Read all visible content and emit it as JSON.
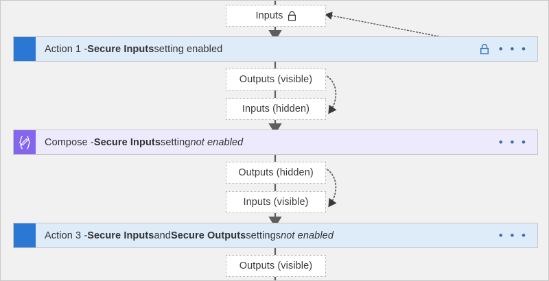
{
  "diagram": {
    "title": "Secure inputs and outputs data flow",
    "background_color": "#f1f1f1",
    "nodes": {
      "inputs_top": {
        "label": "Inputs",
        "icon": "lock-icon",
        "icon_color": "#3b3a39"
      },
      "outputs_after_action1": {
        "label": "Outputs (visible)"
      },
      "inputs_before_compose": {
        "label": "Inputs (hidden)"
      },
      "outputs_after_compose": {
        "label": "Outputs (hidden)"
      },
      "inputs_before_action3": {
        "label": "Inputs (visible)"
      },
      "outputs_after_action3": {
        "label": "Outputs (visible)"
      }
    },
    "actions": [
      {
        "id": "action-1",
        "icon": "blue-square-icon",
        "accent_color": "#2b77d4",
        "background_color": "#deecf9",
        "text_parts": [
          {
            "text": "Action 1 - ",
            "style": "normal"
          },
          {
            "text": "Secure Inputs",
            "style": "bold"
          },
          {
            "text": " setting enabled",
            "style": "normal"
          }
        ],
        "plain_text": "Action 1 - Secure Inputs setting enabled",
        "has_lock": true,
        "lock_color": "#2b6cb8",
        "menu": "• • •"
      },
      {
        "id": "compose",
        "icon": "compose-braces-pencil-icon",
        "accent_color": "#8465f0",
        "background_color": "#eeeafd",
        "text_parts": [
          {
            "text": "Compose - ",
            "style": "normal"
          },
          {
            "text": "Secure Inputs",
            "style": "bold"
          },
          {
            "text": " setting ",
            "style": "normal"
          },
          {
            "text": "not enabled",
            "style": "italic"
          }
        ],
        "plain_text": "Compose - Secure Inputs setting not enabled",
        "has_lock": false,
        "menu": "• • •"
      },
      {
        "id": "action-3",
        "icon": "blue-square-icon",
        "accent_color": "#2b77d4",
        "background_color": "#deecf9",
        "text_parts": [
          {
            "text": "Action 3 - ",
            "style": "normal"
          },
          {
            "text": "Secure Inputs",
            "style": "bold"
          },
          {
            "text": " and ",
            "style": "normal"
          },
          {
            "text": "Secure Outputs",
            "style": "bold"
          },
          {
            "text": " settings ",
            "style": "normal"
          },
          {
            "text": "not enabled",
            "style": "italic"
          }
        ],
        "plain_text": "Action 3 - Secure Inputs and Secure Outputs settings not enabled",
        "has_lock": false,
        "menu": "• • •"
      }
    ],
    "connectors": {
      "solid_arrow_color": "#605e5c",
      "dotted_arrow_color": "#605e5c",
      "dotted_links": [
        {
          "from": "action-1-lock",
          "to": "inputs_top"
        },
        {
          "from": "outputs_after_action1",
          "to": "inputs_before_compose"
        },
        {
          "from": "outputs_after_compose",
          "to": "inputs_before_action3"
        }
      ]
    }
  }
}
